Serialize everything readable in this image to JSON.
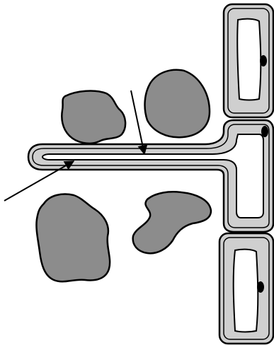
{
  "figure": {
    "type": "biological-schematic",
    "labels": [],
    "colors": {
      "background": "#ffffff",
      "outline": "#000000",
      "particle_fill": "#8c8c8c",
      "cell_wall_fill": "#cfcfcf",
      "cell_interior_fill": "#ffffff",
      "nucleus_fill": "#000000"
    },
    "elements": {
      "particles": 4,
      "cells": 3,
      "arrows": 2,
      "cell_with_projection": "middle"
    }
  }
}
